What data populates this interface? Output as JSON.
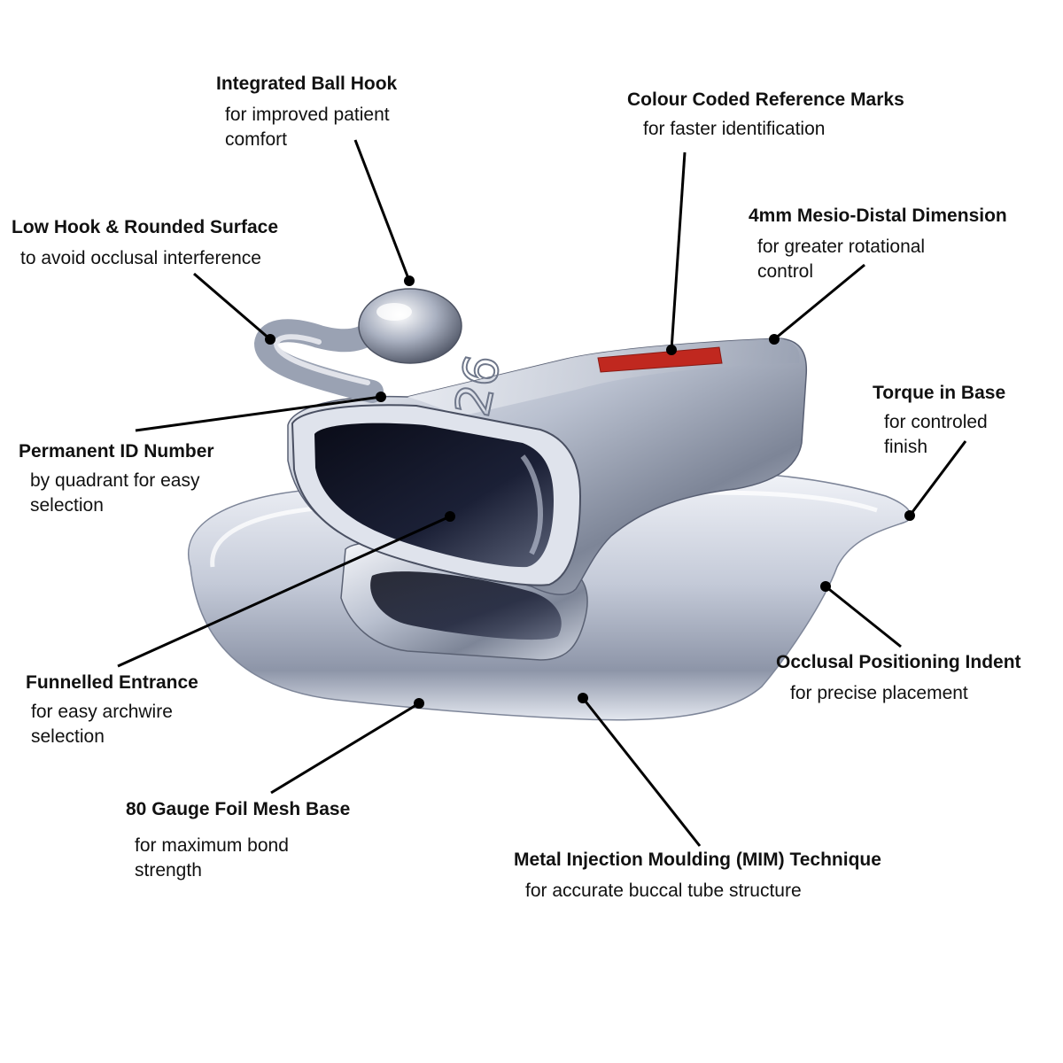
{
  "callouts": {
    "integrated_ball_hook": {
      "title": "Integrated Ball Hook",
      "desc": "for improved patient\ncomfort"
    },
    "colour_coded_marks": {
      "title": "Colour Coded Reference Marks",
      "desc": "for faster identification"
    },
    "low_hook": {
      "title": "Low Hook & Rounded Surface",
      "desc": "to avoid occlusal interference"
    },
    "mesio_distal": {
      "title": "4mm Mesio-Distal Dimension",
      "desc": "for greater rotational\ncontrol"
    },
    "torque_in_base": {
      "title": "Torque in Base",
      "desc": "for controled\nfinish"
    },
    "permanent_id": {
      "title": "Permanent ID Number",
      "desc": "by quadrant for easy\nselection"
    },
    "funnelled_entrance": {
      "title": "Funnelled Entrance",
      "desc": "for easy archwire\nselection"
    },
    "occlusal_indent": {
      "title": "Occlusal Positioning Indent",
      "desc": "for precise placement"
    },
    "foil_mesh_base": {
      "title": "80 Gauge Foil Mesh Base",
      "desc": "for maximum bond\nstrength"
    },
    "mim_technique": {
      "title": "Metal Injection Moulding (MIM) Technique",
      "desc": "for accurate buccal tube structure"
    }
  },
  "product": {
    "id_marking": "26"
  },
  "colors": {
    "reference_mark": "#c0281f",
    "metal_light": "#eef1f7",
    "metal_mid": "#a7afc0",
    "metal_dark": "#3e4354",
    "leader": "#000000"
  }
}
